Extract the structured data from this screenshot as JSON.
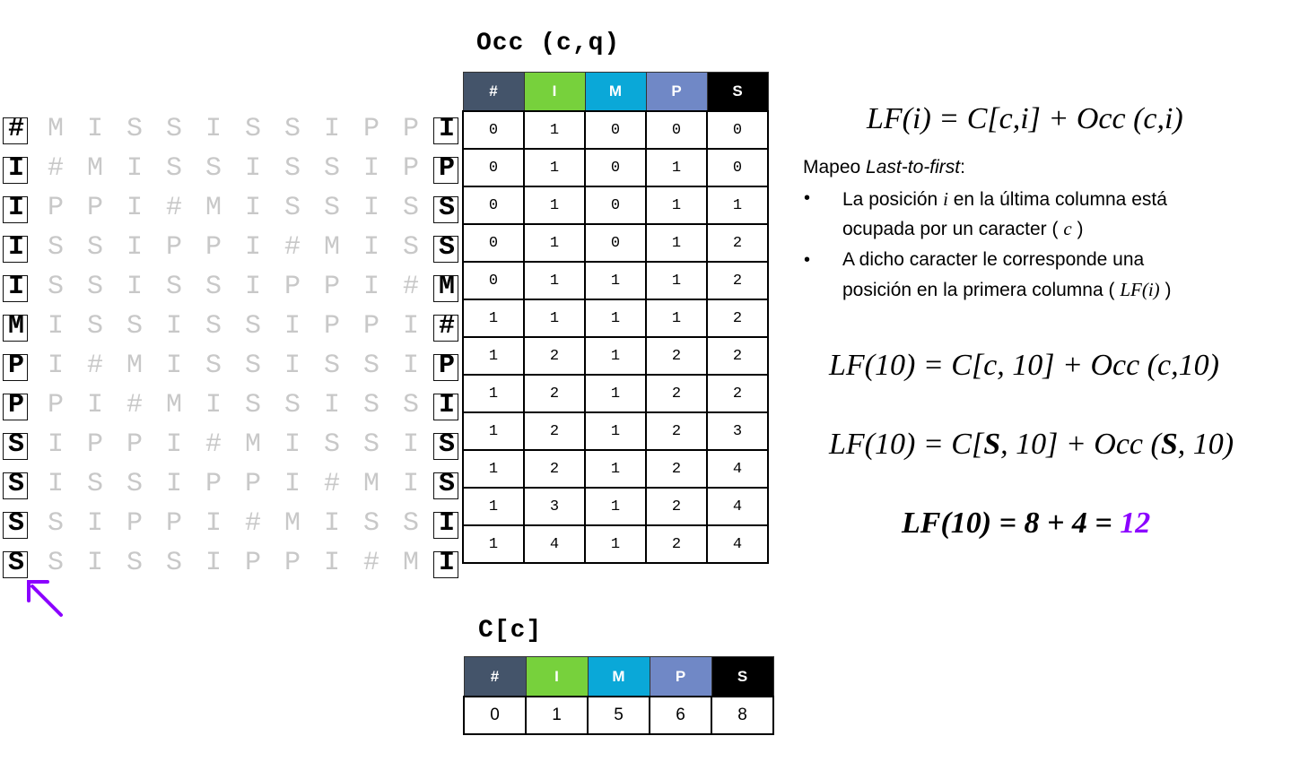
{
  "matrix": {
    "rows": [
      "#MISSISSIPPI",
      "I#MISSISSIPP",
      "IPPI#MISSISS",
      "ISSIPPI#MISS",
      "ISSISSIPPI#M",
      "MISSISSIPPI#",
      "PI#MISSISSIP",
      "PPI#MISSISSI",
      "SIPPI#MISSIS",
      "SISSIPPI#MIS",
      "SSIPPI#MISSI",
      "SSISSIPPI#MI"
    ]
  },
  "occ": {
    "title": "Occ (c,q)",
    "headers": [
      "#",
      "I",
      "M",
      "P",
      "S"
    ],
    "header_colors": [
      "#44546a",
      "#77d13c",
      "#0aa8d8",
      "#7088c6",
      "#000000"
    ],
    "rows": [
      [
        "0",
        "1",
        "0",
        "0",
        "0"
      ],
      [
        "0",
        "1",
        "0",
        "1",
        "0"
      ],
      [
        "0",
        "1",
        "0",
        "1",
        "1"
      ],
      [
        "0",
        "1",
        "0",
        "1",
        "2"
      ],
      [
        "0",
        "1",
        "1",
        "1",
        "2"
      ],
      [
        "1",
        "1",
        "1",
        "1",
        "2"
      ],
      [
        "1",
        "2",
        "1",
        "2",
        "2"
      ],
      [
        "1",
        "2",
        "1",
        "2",
        "2"
      ],
      [
        "1",
        "2",
        "1",
        "2",
        "3"
      ],
      [
        "1",
        "2",
        "1",
        "2",
        "4"
      ],
      [
        "1",
        "3",
        "1",
        "2",
        "4"
      ],
      [
        "1",
        "4",
        "1",
        "2",
        "4"
      ]
    ]
  },
  "ctable": {
    "title": "C[c]",
    "headers": [
      "#",
      "I",
      "M",
      "P",
      "S"
    ],
    "values": [
      "0",
      "1",
      "5",
      "6",
      "8"
    ]
  },
  "right": {
    "formula_main": "LF(i) = C[c,i] + Occ (c,i)",
    "mapping_prefix": "Mapeo ",
    "mapping_italic": "Last-to-first",
    "mapping_suffix": ":",
    "bullet1_line1_a": "La posición ",
    "bullet1_line1_i": "i",
    "bullet1_line1_b": " en la última columna está",
    "bullet1_line2_a": "ocupada por un caracter ( ",
    "bullet1_line2_c": "c",
    "bullet1_line2_b": " )",
    "bullet2_line1": "A dicho caracter le corresponde una",
    "bullet2_line2_a": "posición en la primera columna ( ",
    "bullet2_line2_f": "LF(i)",
    "bullet2_line2_b": " )",
    "formula_10": "LF(10) = C[c, 10] + Occ (c,10)",
    "formula_s_a": "LF(10) = C[",
    "formula_s_s1": "S",
    "formula_s_b": ", 10] + Occ (",
    "formula_s_s2": "S",
    "formula_s_c": ", 10)",
    "result_a": "LF(10) = 8 + 4 = ",
    "result_b": "12"
  },
  "colors": {
    "accent_purple": "#8b00ff"
  }
}
